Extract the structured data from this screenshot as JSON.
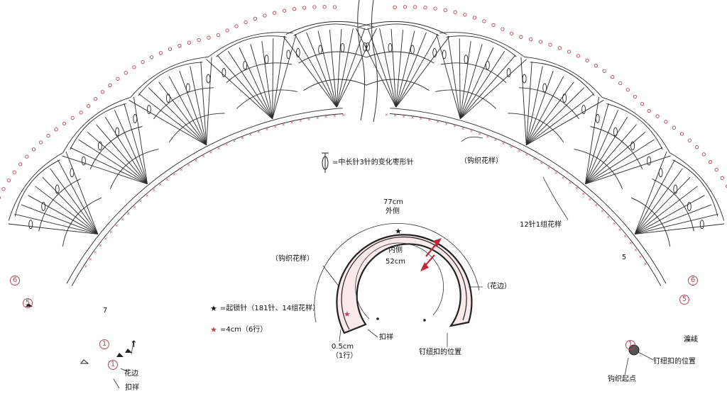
{
  "legend": {
    "symbol_desc": "=中长针3针的变化枣形针",
    "chain_start": "=起锁针（181针、14组花样）",
    "chain_start_star": "★",
    "measure_4cm": "=4cm（6行）",
    "measure_star": "★"
  },
  "schematic": {
    "outer_length": "77cm",
    "outer_label": "外侧",
    "inner_label": "内侧",
    "inner_length": "52cm",
    "pattern_label": "（钩织花样）",
    "edging_label": "（花边）",
    "buttonhole_label": "扣祥",
    "button_pos_label": "钉纽扣的位置",
    "thickness_line1": "0.5cm",
    "thickness_line2": "（1行）"
  },
  "chart_labels": {
    "pattern": "（钩织花样）",
    "repeat": "12针1组花样",
    "edging": "花边",
    "buttonhole": "扣祥",
    "cross_yarn": "渡线",
    "button_pos": "钉纽扣的位置",
    "start_point": "钩织起点"
  },
  "row_numbers": {
    "left_6": "6",
    "left_5": "5",
    "left_7": "7",
    "left_1": "1",
    "left_1b": "1",
    "right_6": "6",
    "right_5": "5",
    "right_5b": "5",
    "right_1": "1"
  },
  "colors": {
    "lace": "#2a2a2a",
    "edging": "#b0485a",
    "band": "#222222",
    "band_fill": "#fbe9ec",
    "arrow": "#c0283a"
  }
}
